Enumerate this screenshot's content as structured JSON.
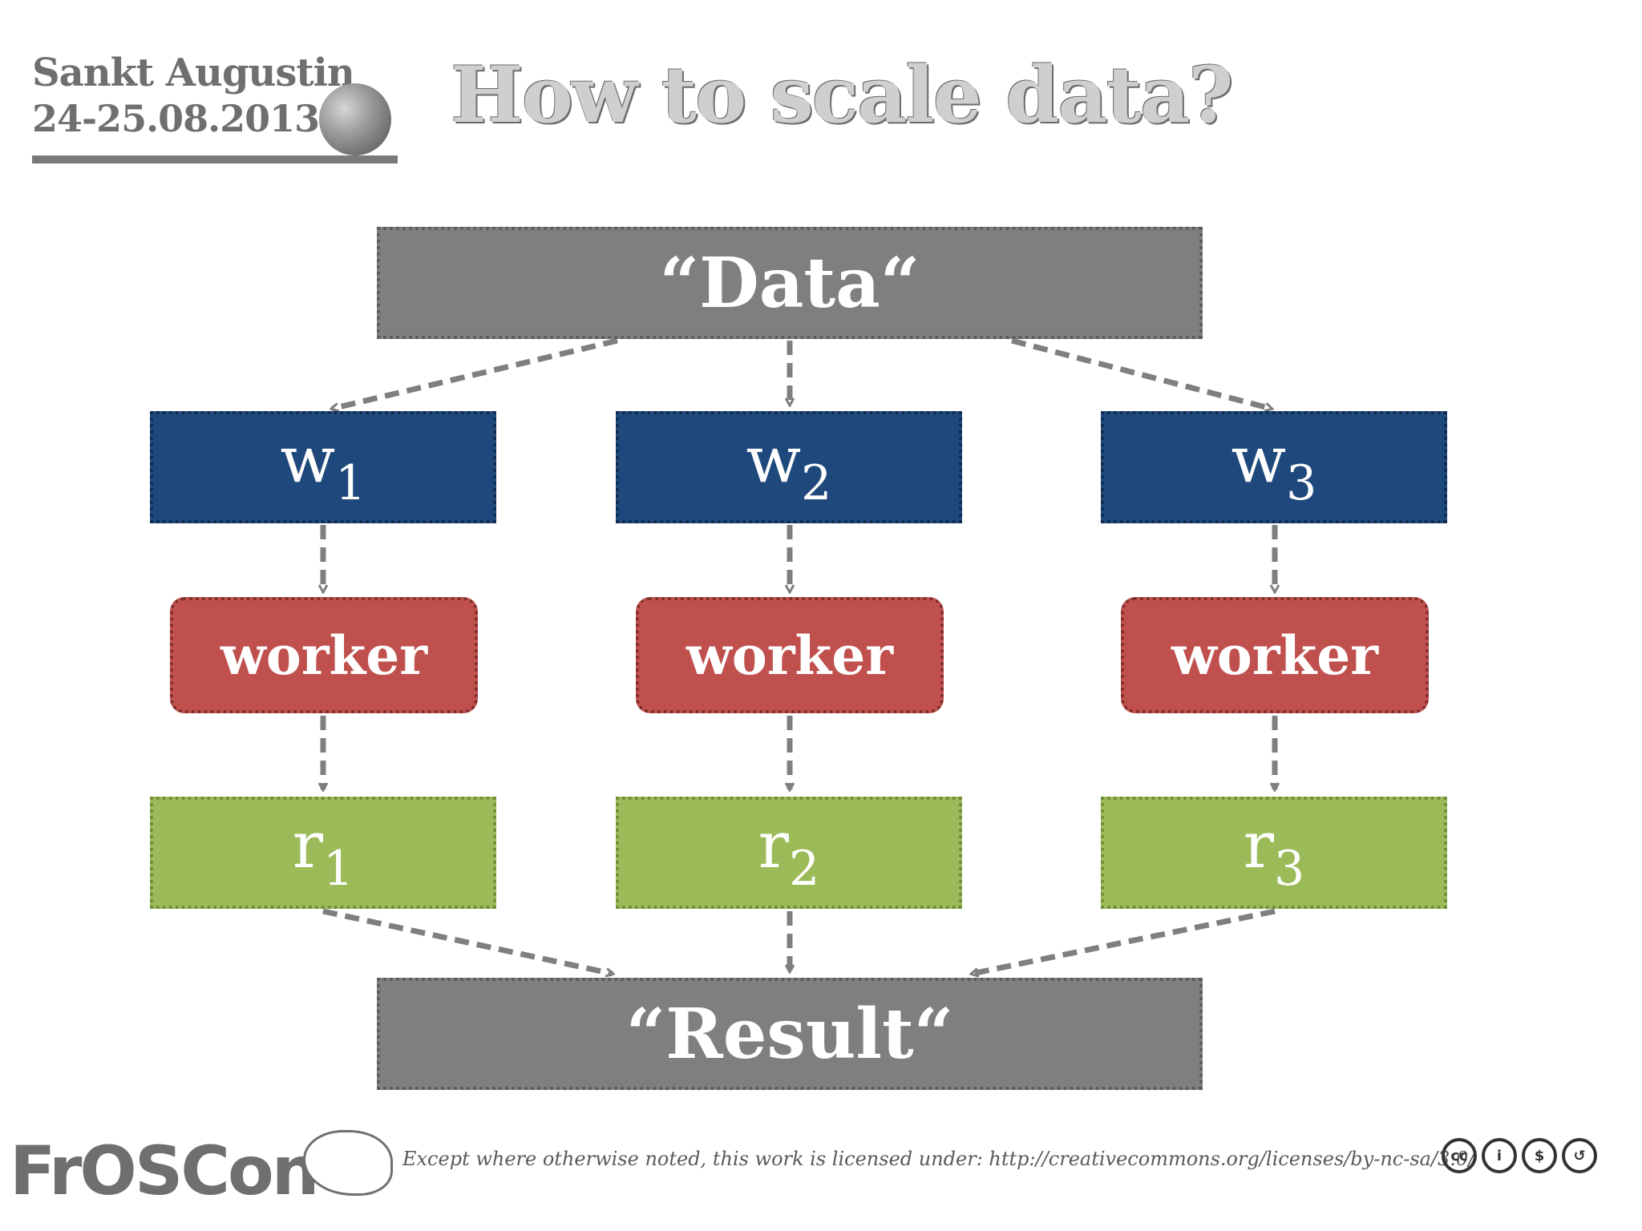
{
  "header": {
    "event_city": "Sankt Augustin",
    "event_date": "24-25.08.2013",
    "title": "How to scale data?"
  },
  "diagram": {
    "input": "“Data“",
    "output": "“Result“",
    "partitions": [
      {
        "w_base": "w",
        "w_sub": "1",
        "worker": "worker",
        "r_base": "r",
        "r_sub": "1"
      },
      {
        "w_base": "w",
        "w_sub": "2",
        "worker": "worker",
        "r_base": "r",
        "r_sub": "2"
      },
      {
        "w_base": "w",
        "w_sub": "3",
        "worker": "worker",
        "r_base": "r",
        "r_sub": "3"
      }
    ]
  },
  "footer": {
    "logo_text": "FrOSCon",
    "license_text": "Except where otherwise noted, this work is licensed under: http://creativecommons.org/licenses/by-nc-sa/3.0/",
    "cc_icons": [
      {
        "name": "cc-icon",
        "glyph": "cc"
      },
      {
        "name": "attribution-icon",
        "glyph": "i"
      },
      {
        "name": "noncommercial-icon",
        "glyph": "$"
      },
      {
        "name": "sharealike-icon",
        "glyph": "↺"
      }
    ]
  },
  "colors": {
    "gray_box": "#7f7f7f",
    "blue_box": "#1f497d",
    "red_box": "#c0504d",
    "green_box": "#9bbb59",
    "arrow": "#7f7f7f"
  }
}
